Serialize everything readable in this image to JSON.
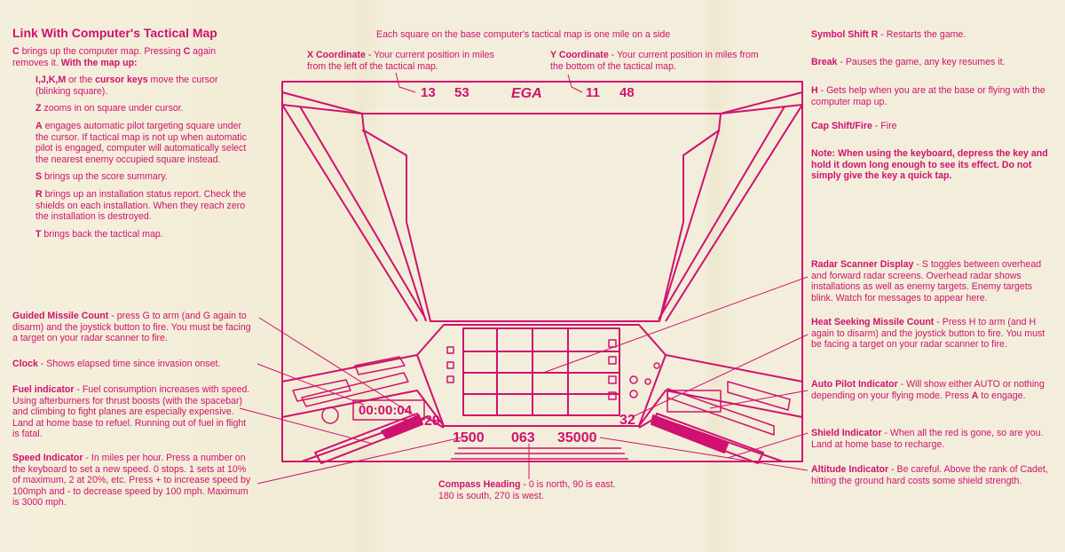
{
  "title": "Link With Computer's Tactical Map",
  "intro": {
    "b1": "C",
    "t1": " brings up the computer map. Pressing ",
    "b2": "C",
    "t2": " again removes it. ",
    "b3": "With the map up:"
  },
  "left_items": [
    {
      "b": "I,J,K,M",
      "t": " or the ",
      "b2": "cursor keys",
      "t2": " move the cursor (blinking square)."
    },
    {
      "b": "Z",
      "t": " zooms in on square under cursor.",
      "b2": "",
      "t2": ""
    },
    {
      "b": "A",
      "t": " engages automatic pilot targeting square under the cursor. If tactical map is not up when automatic pilot is engaged, computer will automatically select the nearest enemy occupied square instead.",
      "b2": "",
      "t2": ""
    },
    {
      "b": "S",
      "t": " brings up the score summary.",
      "b2": "",
      "t2": ""
    },
    {
      "b": "R",
      "t": " brings up an installation status report. Check the shields on each installation. When they reach zero the installation is destroyed.",
      "b2": "",
      "t2": ""
    },
    {
      "b": "T",
      "t": " brings back the tactical map.",
      "b2": "",
      "t2": ""
    }
  ],
  "left_callouts": {
    "guided": {
      "b": "Guided Missile Count",
      "t": " - press G to arm (and G again to disarm) and the joystick button to fire. You must be facing a target on your radar scanner to fire."
    },
    "clock": {
      "b": "Clock",
      "t": " - Shows elapsed time since invasion onset."
    },
    "fuel": {
      "b": "Fuel indicator",
      "t": " - Fuel consumption increases with speed. Using afterburners for thrust boosts (with the spacebar) and climbing to fight planes are especially expensive. Land at home base to refuel. Running out of fuel in flight is fatal."
    },
    "speed": {
      "b": "Speed Indicator",
      "t": " - In miles per hour. Press a number on the keyboard to set a new speed. 0 stops. 1 sets at 10% of maximum, 2 at 20%, etc. Press + to increase speed by 100mph and - to decrease speed by 100 mph. Maximum is 3000 mph."
    }
  },
  "center": {
    "header": "Each square on the base computer's tactical map is one mile on a side",
    "xcoord": {
      "b": "X Coordinate",
      "t": " - Your current position in miles from the left of the tactical map."
    },
    "ycoord": {
      "b": "Y Coordinate",
      "t": " - Your current position in miles from the bottom of the tactical map."
    },
    "compass": {
      "b": "Compass Heading",
      "t": " - 0 is north, 90 is east.",
      "t2": "180 is south, 270 is west."
    }
  },
  "hud": {
    "x1": "13",
    "x2": "53",
    "logo": "EGA",
    "y1": "11",
    "y2": "48",
    "clock": "00:00:04",
    "guided": "29",
    "heat": "32",
    "speed": "1500",
    "heading": "063",
    "altitude": "35000"
  },
  "right_items": {
    "restart": {
      "b": "Symbol Shift R",
      "t": " - Restarts the game."
    },
    "break": {
      "b": "Break",
      "t": " - Pauses the game, any key resumes it."
    },
    "help": {
      "b": "H",
      "t": " - Gets help when you are at the base or flying with the computer map up."
    },
    "fire": {
      "b": "Cap Shift/Fire",
      "t": " - Fire"
    },
    "note": "Note: When using the keyboard, depress the key and hold it down long enough to see its effect. Do not simply give the key a quick tap.",
    "radar": {
      "b": "Radar Scanner Display",
      "t": " - S toggles between overhead and forward radar screens. Overhead radar shows installations as well as enemy targets. Enemy targets blink. Watch for messages to appear here."
    },
    "heat": {
      "b": "Heat Seeking Missile Count",
      "t": " - Press H to arm (and H again to disarm) and the joystick button to fire. You must be facing a target on your radar scanner to fire."
    },
    "auto": {
      "b": "Auto Pilot Indicator",
      "t": " - Will show either AUTO or nothing depending on your flying mode. Press ",
      "b2": "A",
      "t2": " to engage."
    },
    "shield": {
      "b": "Shield Indicator",
      "t": " - When all the red is gone, so are you. Land at home base to recharge."
    },
    "altitude": {
      "b": "Altitude Indicator",
      "t": " - Be careful. Above the rank of Cadet, hitting the ground hard costs some shield strength."
    }
  },
  "colors": {
    "ink": "#d0116f",
    "paper": "#f3eedb"
  }
}
